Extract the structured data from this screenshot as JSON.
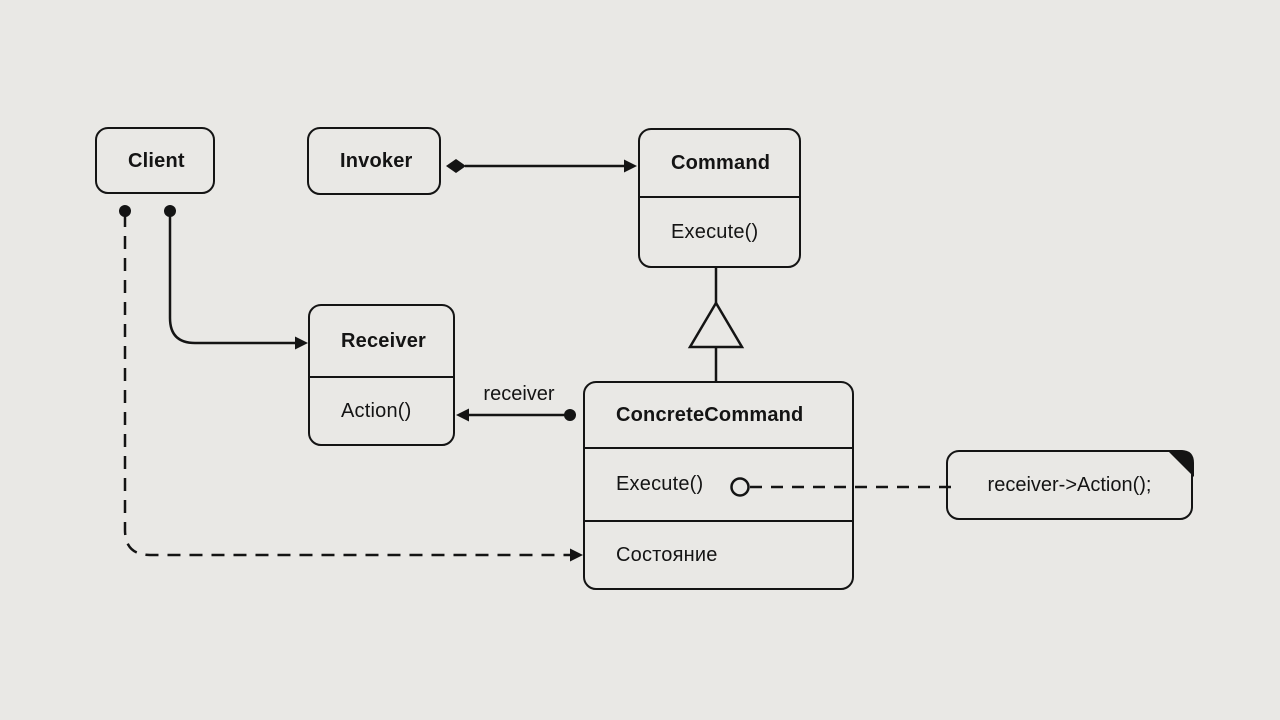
{
  "canvas": {
    "background": "#e9e8e5",
    "stroke": "#141414"
  },
  "classes": {
    "client": {
      "name": "Client"
    },
    "invoker": {
      "name": "Invoker"
    },
    "command": {
      "name": "Command",
      "method": "Execute()"
    },
    "receiver": {
      "name": "Receiver",
      "method": "Action()"
    },
    "concrete_command": {
      "name": "ConcreteCommand",
      "method": "Execute()",
      "attribute": "Состояние"
    }
  },
  "note": {
    "text": "receiver->Action();"
  },
  "edges": {
    "concrete_to_receiver": {
      "label": "receiver",
      "type": "directed-association-with-dot"
    },
    "invoker_to_command": {
      "type": "aggregation-diamond-arrow"
    },
    "command_to_concrete": {
      "type": "inheritance-hollow-triangle"
    },
    "client_to_receiver": {
      "type": "directed-association-with-dot"
    },
    "client_to_concrete": {
      "type": "dashed-dependency-arrow"
    },
    "execute_to_note": {
      "type": "dashed-note-anchor-circle"
    }
  }
}
